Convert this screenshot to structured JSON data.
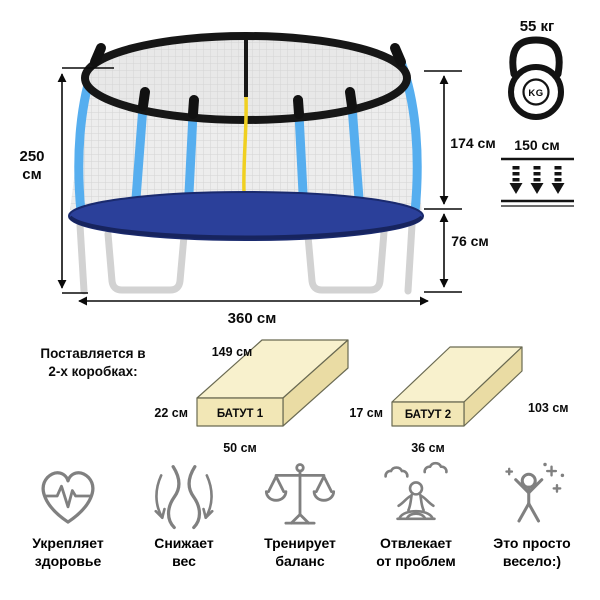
{
  "dimensions": {
    "height_value": "250",
    "height_unit": "см",
    "net_height": "174 см",
    "frame_height": "76 см",
    "width": "360 см"
  },
  "capacity": {
    "max_weight": "55 кг",
    "kettlebell_label": "KG",
    "icon": "kettlebell-icon",
    "clearance": "150 см",
    "clearance_icon": "down-arrows-icon"
  },
  "packaging": {
    "title_line1": "Поставляется в",
    "title_line2": "2-х коробках:",
    "box1": {
      "name": "БАТУТ 1",
      "length": "149 см",
      "height": "22 см",
      "width": "50 см"
    },
    "box2": {
      "name": "БАТУТ 2",
      "length": "103 см",
      "height": "17 см",
      "width": "36 см"
    }
  },
  "benefits": [
    {
      "icon": "heart-pulse-icon",
      "line1": "Укрепляет",
      "line2": "здоровье"
    },
    {
      "icon": "slim-waist-icon",
      "line1": "Снижает",
      "line2": "вес"
    },
    {
      "icon": "balance-scale-icon",
      "line1": "Тренирует",
      "line2": "баланс"
    },
    {
      "icon": "meditation-icon",
      "line1": "Отвлекает",
      "line2": "от проблем"
    },
    {
      "icon": "cheering-person-icon",
      "line1": "Это просто",
      "line2": "весело:)"
    }
  ],
  "colors": {
    "pole_blue": "#56aeef",
    "mat_navy": "#2b409a",
    "zipper_yellow": "#f0d021",
    "box_cream": "#f2e7b6",
    "icon_gray": "#808080"
  }
}
